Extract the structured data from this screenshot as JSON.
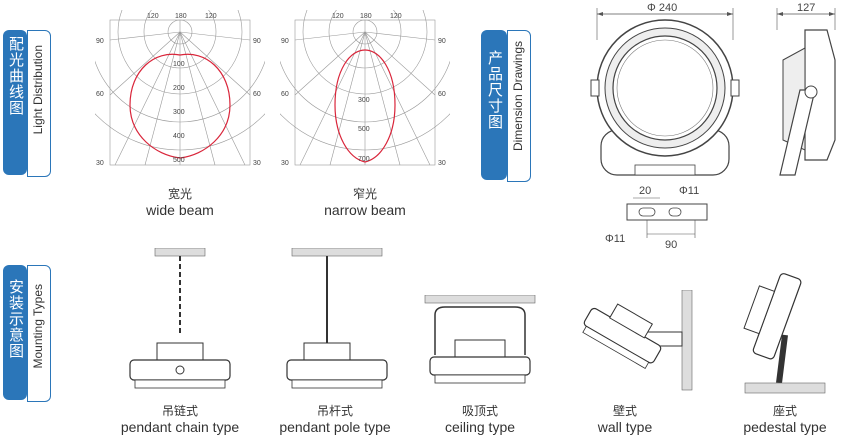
{
  "sections": {
    "light": {
      "zh": "配光曲线图",
      "en": "Light Distribution"
    },
    "dimension": {
      "zh": "产品尺寸图",
      "en": "Dimension Drawings"
    },
    "mounting": {
      "zh": "安装示意图",
      "en": "Mounting Types"
    }
  },
  "polar": {
    "wide": {
      "top_labels": [
        "120",
        "180",
        "120"
      ],
      "side_labels": [
        "90",
        "60",
        "30"
      ],
      "radial_labels": [
        "100",
        "200",
        "300",
        "400",
        "500"
      ],
      "caption_zh": "宽光",
      "caption_en": "wide beam"
    },
    "narrow": {
      "top_labels": [
        "120",
        "180",
        "120"
      ],
      "side_labels": [
        "90",
        "60",
        "30"
      ],
      "radial_labels": [
        "300",
        "500",
        "700"
      ],
      "caption_zh": "窄光",
      "caption_en": "narrow beam"
    }
  },
  "dimensions": {
    "diameter": "Φ 240",
    "depth": "127",
    "bracket_width": "20",
    "bracket_hole_top": "Φ11",
    "bracket_hole_bottom": "Φ11",
    "bracket_spacing": "90"
  },
  "mounting_types": [
    {
      "zh": "吊链式",
      "en": "pendant chain type"
    },
    {
      "zh": "吊杆式",
      "en": "pendant pole type"
    },
    {
      "zh": "吸顶式",
      "en": "ceiling type"
    },
    {
      "zh": "壁式",
      "en": "wall type"
    },
    {
      "zh": "座式",
      "en": "pedestal type"
    }
  ],
  "colors": {
    "tab": "#2b76b9",
    "curve": "#d9253a"
  }
}
